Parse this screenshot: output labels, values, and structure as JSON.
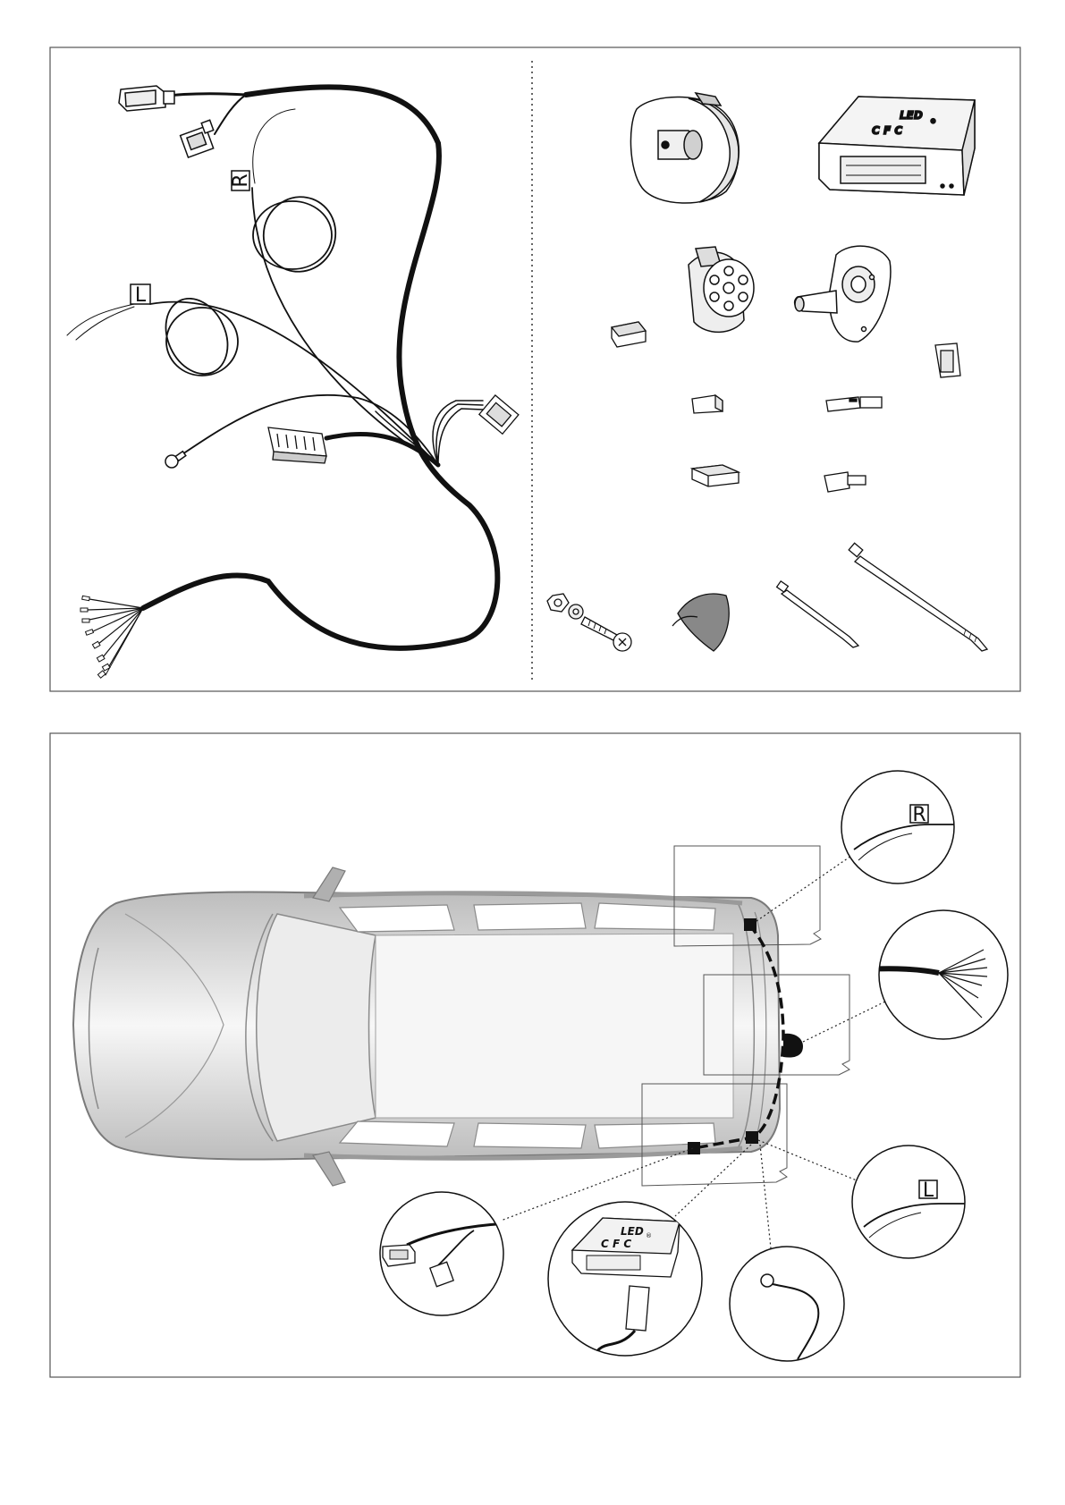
{
  "kit_panel": {
    "harness_tag_right": "R",
    "harness_tag_left": "L",
    "module_brand_top": "LED",
    "module_brand_letters": "C F C",
    "module_mark": "®"
  },
  "install_panel": {
    "callout_tag_right": "R",
    "callout_tag_left": "L",
    "callout_module_brand_top": "LED",
    "callout_module_brand_letters": "C F C",
    "callout_module_mark": "®"
  },
  "colors": {
    "frame": "#555555",
    "line": "#111111",
    "car_body": "#d9d9d9",
    "car_outline": "#7a7a7a"
  },
  "icons": [
    "wiring-harness",
    "trailer-socket-cover",
    "led-module",
    "7-pin-socket",
    "socket-mounting-plate",
    "blade-connector",
    "bolt-nut-washer",
    "adhesive-pad",
    "cable-tie"
  ]
}
